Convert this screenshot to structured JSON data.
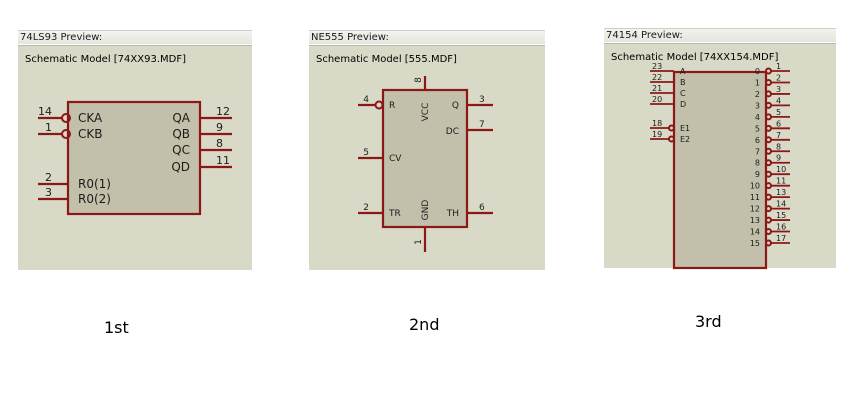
{
  "colors": {
    "panel_bg": "#d9d9c7",
    "chip_fill": "#c2c0aa",
    "pin": "#8b1717"
  },
  "panels": [
    {
      "title": "74LS93 Preview:",
      "model": "Schematic Model [74XX93.MDF]",
      "left_pins": [
        {
          "num": "14",
          "label": "CKA",
          "inverted": true
        },
        {
          "num": "1",
          "label": "CKB",
          "inverted": true
        },
        {
          "num": "2",
          "label": "R0(1)",
          "inverted": false
        },
        {
          "num": "3",
          "label": "R0(2)",
          "inverted": false
        }
      ],
      "right_pins": [
        {
          "num": "12",
          "label": "QA"
        },
        {
          "num": "9",
          "label": "QB"
        },
        {
          "num": "8",
          "label": "QC"
        },
        {
          "num": "11",
          "label": "QD"
        }
      ]
    },
    {
      "title": "NE555 Preview:",
      "model": "Schematic Model [555.MDF]",
      "pins": {
        "r": {
          "num": "4",
          "label": "R"
        },
        "vcc": {
          "num": "8",
          "label": "VCC"
        },
        "q": {
          "num": "3",
          "label": "Q"
        },
        "dc": {
          "num": "7",
          "label": "DC"
        },
        "cv": {
          "num": "5",
          "label": "CV"
        },
        "tr": {
          "num": "2",
          "label": "TR"
        },
        "gnd": {
          "num": "1",
          "label": "GND"
        },
        "th": {
          "num": "6",
          "label": "TH"
        }
      }
    },
    {
      "title": "74154 Preview:",
      "model": "Schematic Model [74XX154.MDF]",
      "left_pins": [
        {
          "num": "23",
          "label": "A"
        },
        {
          "num": "22",
          "label": "B"
        },
        {
          "num": "21",
          "label": "C"
        },
        {
          "num": "20",
          "label": "D"
        },
        {
          "num": "18",
          "label": "E1"
        },
        {
          "num": "19",
          "label": "E2"
        }
      ],
      "right_pins": [
        {
          "num": "1",
          "label": "0"
        },
        {
          "num": "2",
          "label": "1"
        },
        {
          "num": "3",
          "label": "2"
        },
        {
          "num": "4",
          "label": "3"
        },
        {
          "num": "5",
          "label": "4"
        },
        {
          "num": "6",
          "label": "5"
        },
        {
          "num": "7",
          "label": "6"
        },
        {
          "num": "8",
          "label": "7"
        },
        {
          "num": "9",
          "label": "8"
        },
        {
          "num": "10",
          "label": "9"
        },
        {
          "num": "11",
          "label": "10"
        },
        {
          "num": "13",
          "label": "11"
        },
        {
          "num": "14",
          "label": "12"
        },
        {
          "num": "15",
          "label": "13"
        },
        {
          "num": "16",
          "label": "14"
        },
        {
          "num": "17",
          "label": "15"
        }
      ]
    }
  ],
  "captions": [
    "1st",
    "2nd",
    "3rd"
  ]
}
